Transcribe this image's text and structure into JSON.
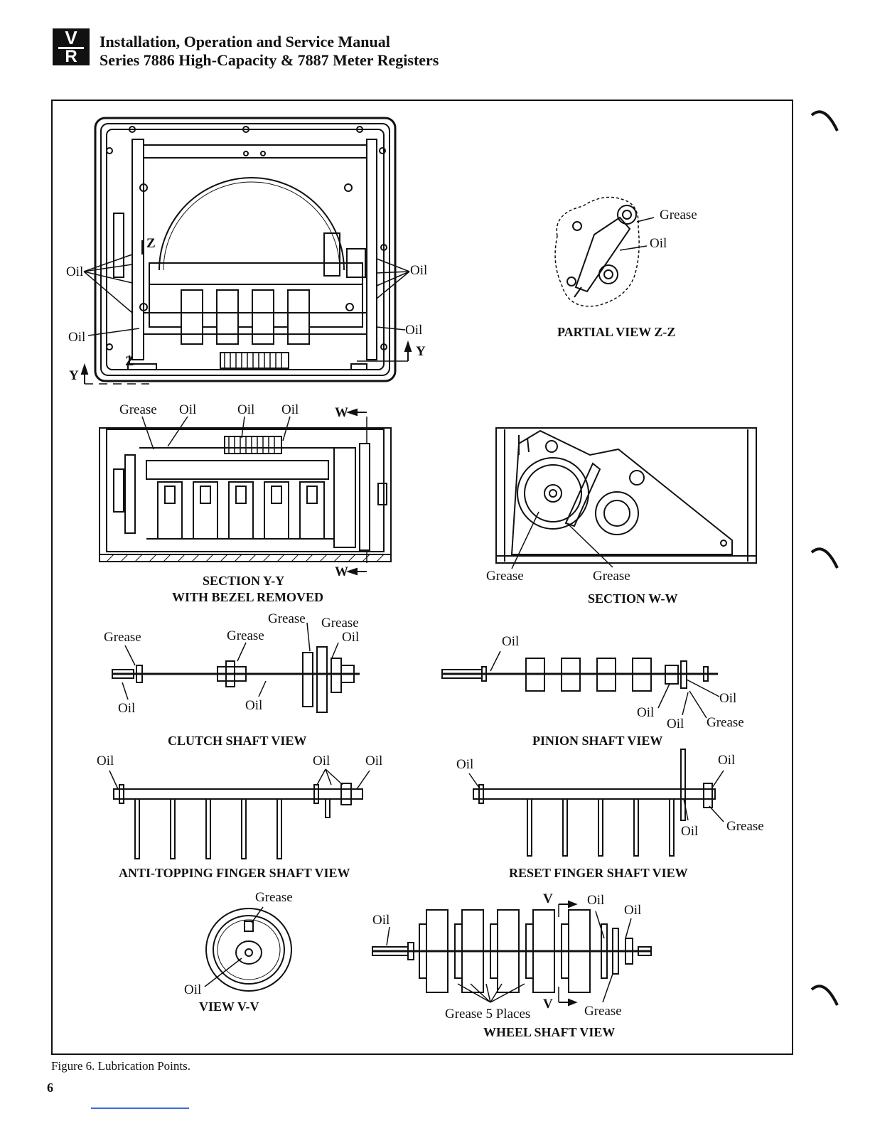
{
  "header": {
    "logo_top": "V",
    "logo_bottom": "R",
    "line1": "Installation, Operation and Service Manual",
    "line2": "Series 7886 High-Capacity & 7887 Meter Registers"
  },
  "figure": {
    "caption": "Figure 6. Lubrication Points.",
    "labels": {
      "oil": "Oil",
      "grease": "Grease",
      "grease_5_places": "Grease 5 Places",
      "z": "Z",
      "y": "Y",
      "w": "W",
      "v": "V"
    },
    "views": {
      "partial_zz": "PARTIAL VIEW Z-Z",
      "section_yy_1": "SECTION Y-Y",
      "section_yy_2": "WITH BEZEL REMOVED",
      "section_ww": "SECTION W-W",
      "clutch": "CLUTCH SHAFT VIEW",
      "pinion": "PINION SHAFT VIEW",
      "anti_topping": "ANTI-TOPPING FINGER SHAFT VIEW",
      "reset": "RESET FINGER SHAFT VIEW",
      "view_vv": "VIEW V-V",
      "wheel": "WHEEL SHAFT VIEW"
    }
  },
  "page_number": "6"
}
